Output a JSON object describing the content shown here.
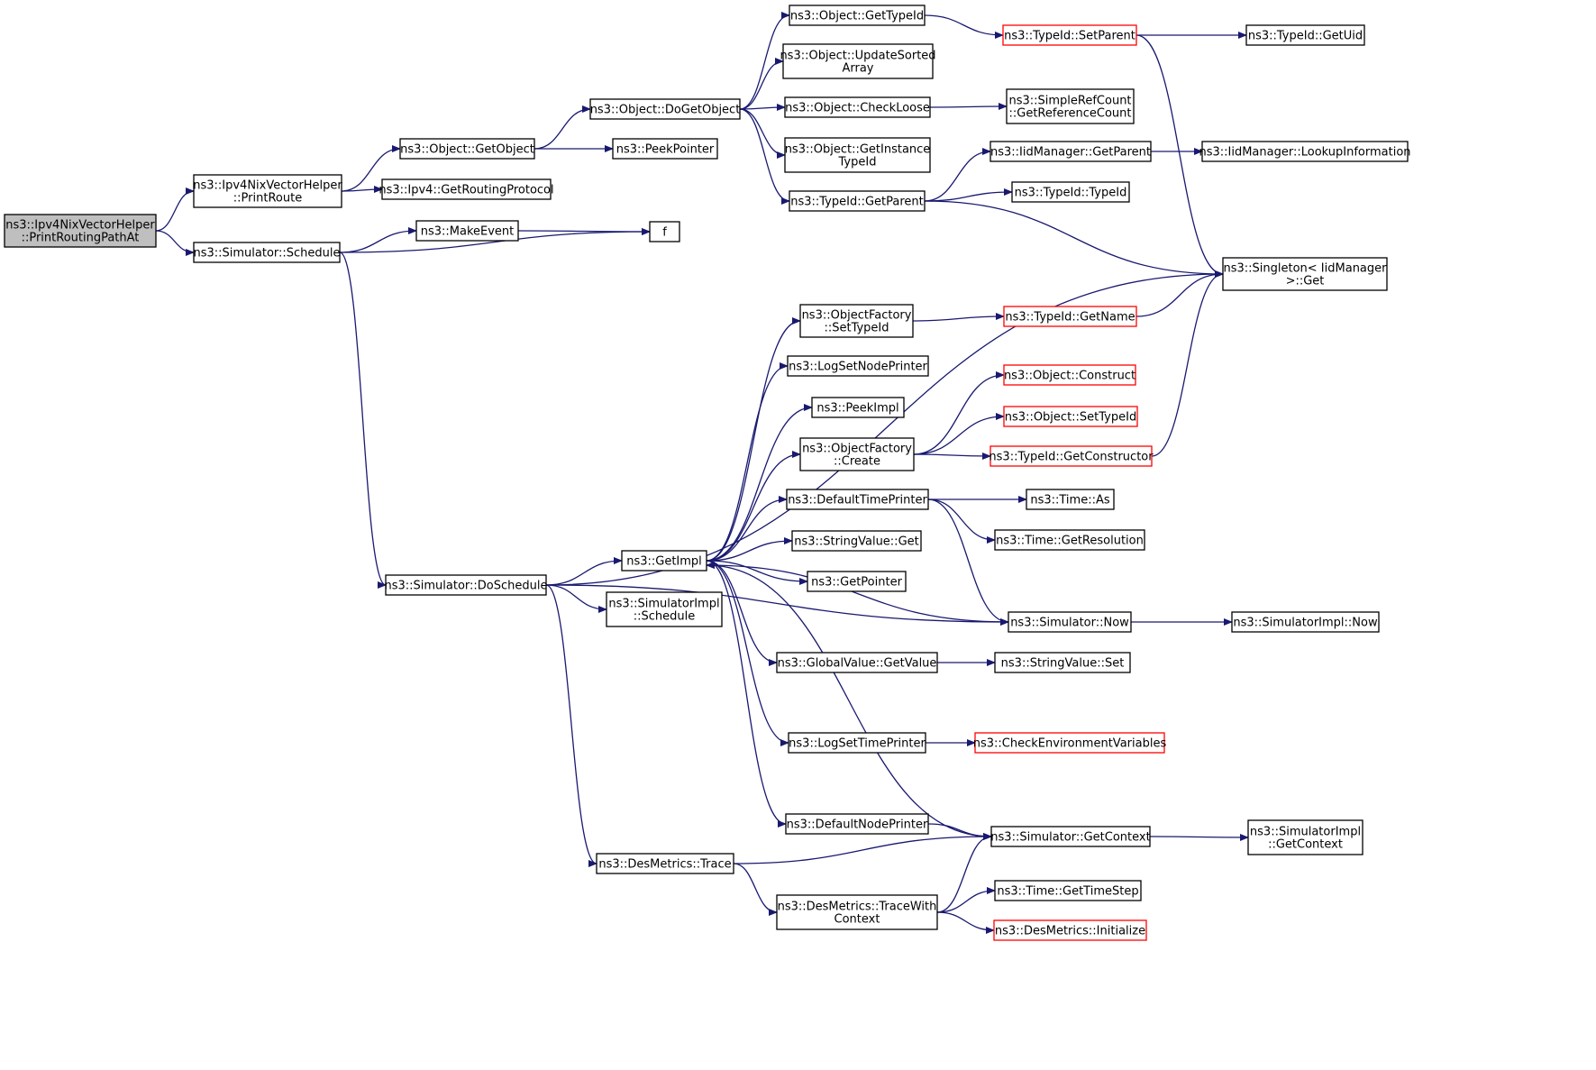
{
  "colors": {
    "edge": "#191970",
    "border": "#000000",
    "border_external": "#ff0000",
    "root_fill": "#bfbfbf",
    "fill": "#ffffff"
  },
  "nodes": [
    {
      "id": "root",
      "lines": [
        "ns3::Ipv4NixVectorHelper",
        "::PrintRoutingPathAt"
      ],
      "root": true
    },
    {
      "id": "printroute",
      "lines": [
        "ns3::Ipv4NixVectorHelper",
        "::PrintRoute"
      ]
    },
    {
      "id": "schedule",
      "lines": [
        "ns3::Simulator::Schedule"
      ]
    },
    {
      "id": "getobject",
      "lines": [
        "ns3::Object::GetObject"
      ]
    },
    {
      "id": "getrouting",
      "lines": [
        "ns3::Ipv4::GetRoutingProtocol"
      ]
    },
    {
      "id": "makeevent",
      "lines": [
        "ns3::MakeEvent"
      ]
    },
    {
      "id": "f",
      "lines": [
        "f"
      ]
    },
    {
      "id": "dogetobject",
      "lines": [
        "ns3::Object::DoGetObject"
      ]
    },
    {
      "id": "peekpointer",
      "lines": [
        "ns3::PeekPointer"
      ]
    },
    {
      "id": "gettypeid",
      "lines": [
        "ns3::Object::GetTypeId"
      ]
    },
    {
      "id": "updatesorted",
      "lines": [
        "ns3::Object::UpdateSorted",
        "Array"
      ]
    },
    {
      "id": "checkloose",
      "lines": [
        "ns3::Object::CheckLoose"
      ]
    },
    {
      "id": "getinstance",
      "lines": [
        "ns3::Object::GetInstance",
        "TypeId"
      ]
    },
    {
      "id": "getparent",
      "lines": [
        "ns3::TypeId::GetParent"
      ]
    },
    {
      "id": "setparent",
      "lines": [
        "ns3::TypeId::SetParent"
      ],
      "external": true
    },
    {
      "id": "getuid",
      "lines": [
        "ns3::TypeId::GetUid"
      ]
    },
    {
      "id": "refcount",
      "lines": [
        "ns3::SimpleRefCount",
        "::GetReferenceCount"
      ]
    },
    {
      "id": "iidgetparent",
      "lines": [
        "ns3::IidManager::GetParent"
      ]
    },
    {
      "id": "lookup",
      "lines": [
        "ns3::IidManager::LookupInformation"
      ]
    },
    {
      "id": "typeid",
      "lines": [
        "ns3::TypeId::TypeId"
      ]
    },
    {
      "id": "singleton",
      "lines": [
        "ns3::Singleton< IidManager",
        " >::Get"
      ]
    },
    {
      "id": "doschedule",
      "lines": [
        "ns3::Simulator::DoSchedule"
      ]
    },
    {
      "id": "getimpl",
      "lines": [
        "ns3::GetImpl"
      ]
    },
    {
      "id": "simimplschedule",
      "lines": [
        "ns3::SimulatorImpl",
        "::Schedule"
      ]
    },
    {
      "id": "desmetrics",
      "lines": [
        "ns3::DesMetrics::Trace"
      ]
    },
    {
      "id": "ofsettypeid",
      "lines": [
        "ns3::ObjectFactory",
        "::SetTypeId"
      ]
    },
    {
      "id": "logsetnode",
      "lines": [
        "ns3::LogSetNodePrinter"
      ]
    },
    {
      "id": "peekimpl",
      "lines": [
        "ns3::PeekImpl"
      ]
    },
    {
      "id": "ofcreate",
      "lines": [
        "ns3::ObjectFactory",
        "::Create"
      ]
    },
    {
      "id": "deftime",
      "lines": [
        "ns3::DefaultTimePrinter"
      ]
    },
    {
      "id": "stringget",
      "lines": [
        "ns3::StringValue::Get"
      ]
    },
    {
      "id": "getpointer",
      "lines": [
        "ns3::GetPointer"
      ]
    },
    {
      "id": "globalvalue",
      "lines": [
        "ns3::GlobalValue::GetValue"
      ]
    },
    {
      "id": "logsettime",
      "lines": [
        "ns3::LogSetTimePrinter"
      ]
    },
    {
      "id": "defnode",
      "lines": [
        "ns3::DefaultNodePrinter"
      ]
    },
    {
      "id": "tracewith",
      "lines": [
        "ns3::DesMetrics::TraceWith",
        "Context"
      ]
    },
    {
      "id": "getname",
      "lines": [
        "ns3::TypeId::GetName"
      ],
      "external": true
    },
    {
      "id": "construct",
      "lines": [
        "ns3::Object::Construct"
      ],
      "external": true
    },
    {
      "id": "objsettypeid",
      "lines": [
        "ns3::Object::SetTypeId"
      ],
      "external": true
    },
    {
      "id": "getconstructor",
      "lines": [
        "ns3::TypeId::GetConstructor"
      ],
      "external": true
    },
    {
      "id": "timeas",
      "lines": [
        "ns3::Time::As"
      ]
    },
    {
      "id": "getresolution",
      "lines": [
        "ns3::Time::GetResolution"
      ]
    },
    {
      "id": "simnow",
      "lines": [
        "ns3::Simulator::Now"
      ]
    },
    {
      "id": "simimplnow",
      "lines": [
        "ns3::SimulatorImpl::Now"
      ]
    },
    {
      "id": "stringset",
      "lines": [
        "ns3::StringValue::Set"
      ]
    },
    {
      "id": "checkenv",
      "lines": [
        "ns3::CheckEnvironmentVariables"
      ],
      "external": true
    },
    {
      "id": "getcontext",
      "lines": [
        "ns3::Simulator::GetContext"
      ]
    },
    {
      "id": "simimplgetcontext",
      "lines": [
        "ns3::SimulatorImpl",
        "::GetContext"
      ]
    },
    {
      "id": "gettimestep",
      "lines": [
        "ns3::Time::GetTimeStep"
      ]
    },
    {
      "id": "initialize",
      "lines": [
        "ns3::DesMetrics::Initialize"
      ],
      "external": true
    }
  ],
  "edges": [
    [
      "root",
      "printroute"
    ],
    [
      "root",
      "schedule"
    ],
    [
      "printroute",
      "getobject"
    ],
    [
      "printroute",
      "getrouting"
    ],
    [
      "schedule",
      "makeevent"
    ],
    [
      "schedule",
      "f"
    ],
    [
      "schedule",
      "doschedule"
    ],
    [
      "makeevent",
      "f"
    ],
    [
      "getobject",
      "dogetobject"
    ],
    [
      "getobject",
      "peekpointer"
    ],
    [
      "dogetobject",
      "gettypeid"
    ],
    [
      "dogetobject",
      "updatesorted"
    ],
    [
      "dogetobject",
      "checkloose"
    ],
    [
      "dogetobject",
      "getinstance"
    ],
    [
      "dogetobject",
      "getparent"
    ],
    [
      "gettypeid",
      "setparent"
    ],
    [
      "setparent",
      "getuid"
    ],
    [
      "setparent",
      "singleton"
    ],
    [
      "checkloose",
      "refcount"
    ],
    [
      "getparent",
      "iidgetparent"
    ],
    [
      "getparent",
      "typeid"
    ],
    [
      "getparent",
      "singleton"
    ],
    [
      "iidgetparent",
      "lookup"
    ],
    [
      "doschedule",
      "singleton"
    ],
    [
      "doschedule",
      "getimpl"
    ],
    [
      "doschedule",
      "simimplschedule"
    ],
    [
      "doschedule",
      "simnow"
    ],
    [
      "doschedule",
      "desmetrics"
    ],
    [
      "getimpl",
      "ofsettypeid"
    ],
    [
      "getimpl",
      "logsetnode"
    ],
    [
      "getimpl",
      "peekimpl"
    ],
    [
      "getimpl",
      "ofcreate"
    ],
    [
      "getimpl",
      "deftime"
    ],
    [
      "getimpl",
      "stringget"
    ],
    [
      "getimpl",
      "getpointer"
    ],
    [
      "getimpl",
      "globalvalue"
    ],
    [
      "getimpl",
      "logsettime"
    ],
    [
      "getimpl",
      "defnode"
    ],
    [
      "ofsettypeid",
      "getname"
    ],
    [
      "getname",
      "singleton"
    ],
    [
      "ofcreate",
      "construct"
    ],
    [
      "ofcreate",
      "objsettypeid"
    ],
    [
      "ofcreate",
      "getconstructor"
    ],
    [
      "getconstructor",
      "singleton"
    ],
    [
      "deftime",
      "timeas"
    ],
    [
      "deftime",
      "getresolution"
    ],
    [
      "deftime",
      "simnow"
    ],
    [
      "simnow",
      "getimpl"
    ],
    [
      "simnow",
      "simimplnow"
    ],
    [
      "globalvalue",
      "stringset"
    ],
    [
      "logsettime",
      "checkenv"
    ],
    [
      "defnode",
      "getcontext"
    ],
    [
      "getcontext",
      "getimpl"
    ],
    [
      "getcontext",
      "simimplgetcontext"
    ],
    [
      "desmetrics",
      "getcontext"
    ],
    [
      "desmetrics",
      "tracewith"
    ],
    [
      "tracewith",
      "getcontext"
    ],
    [
      "tracewith",
      "gettimestep"
    ],
    [
      "tracewith",
      "initialize"
    ]
  ]
}
